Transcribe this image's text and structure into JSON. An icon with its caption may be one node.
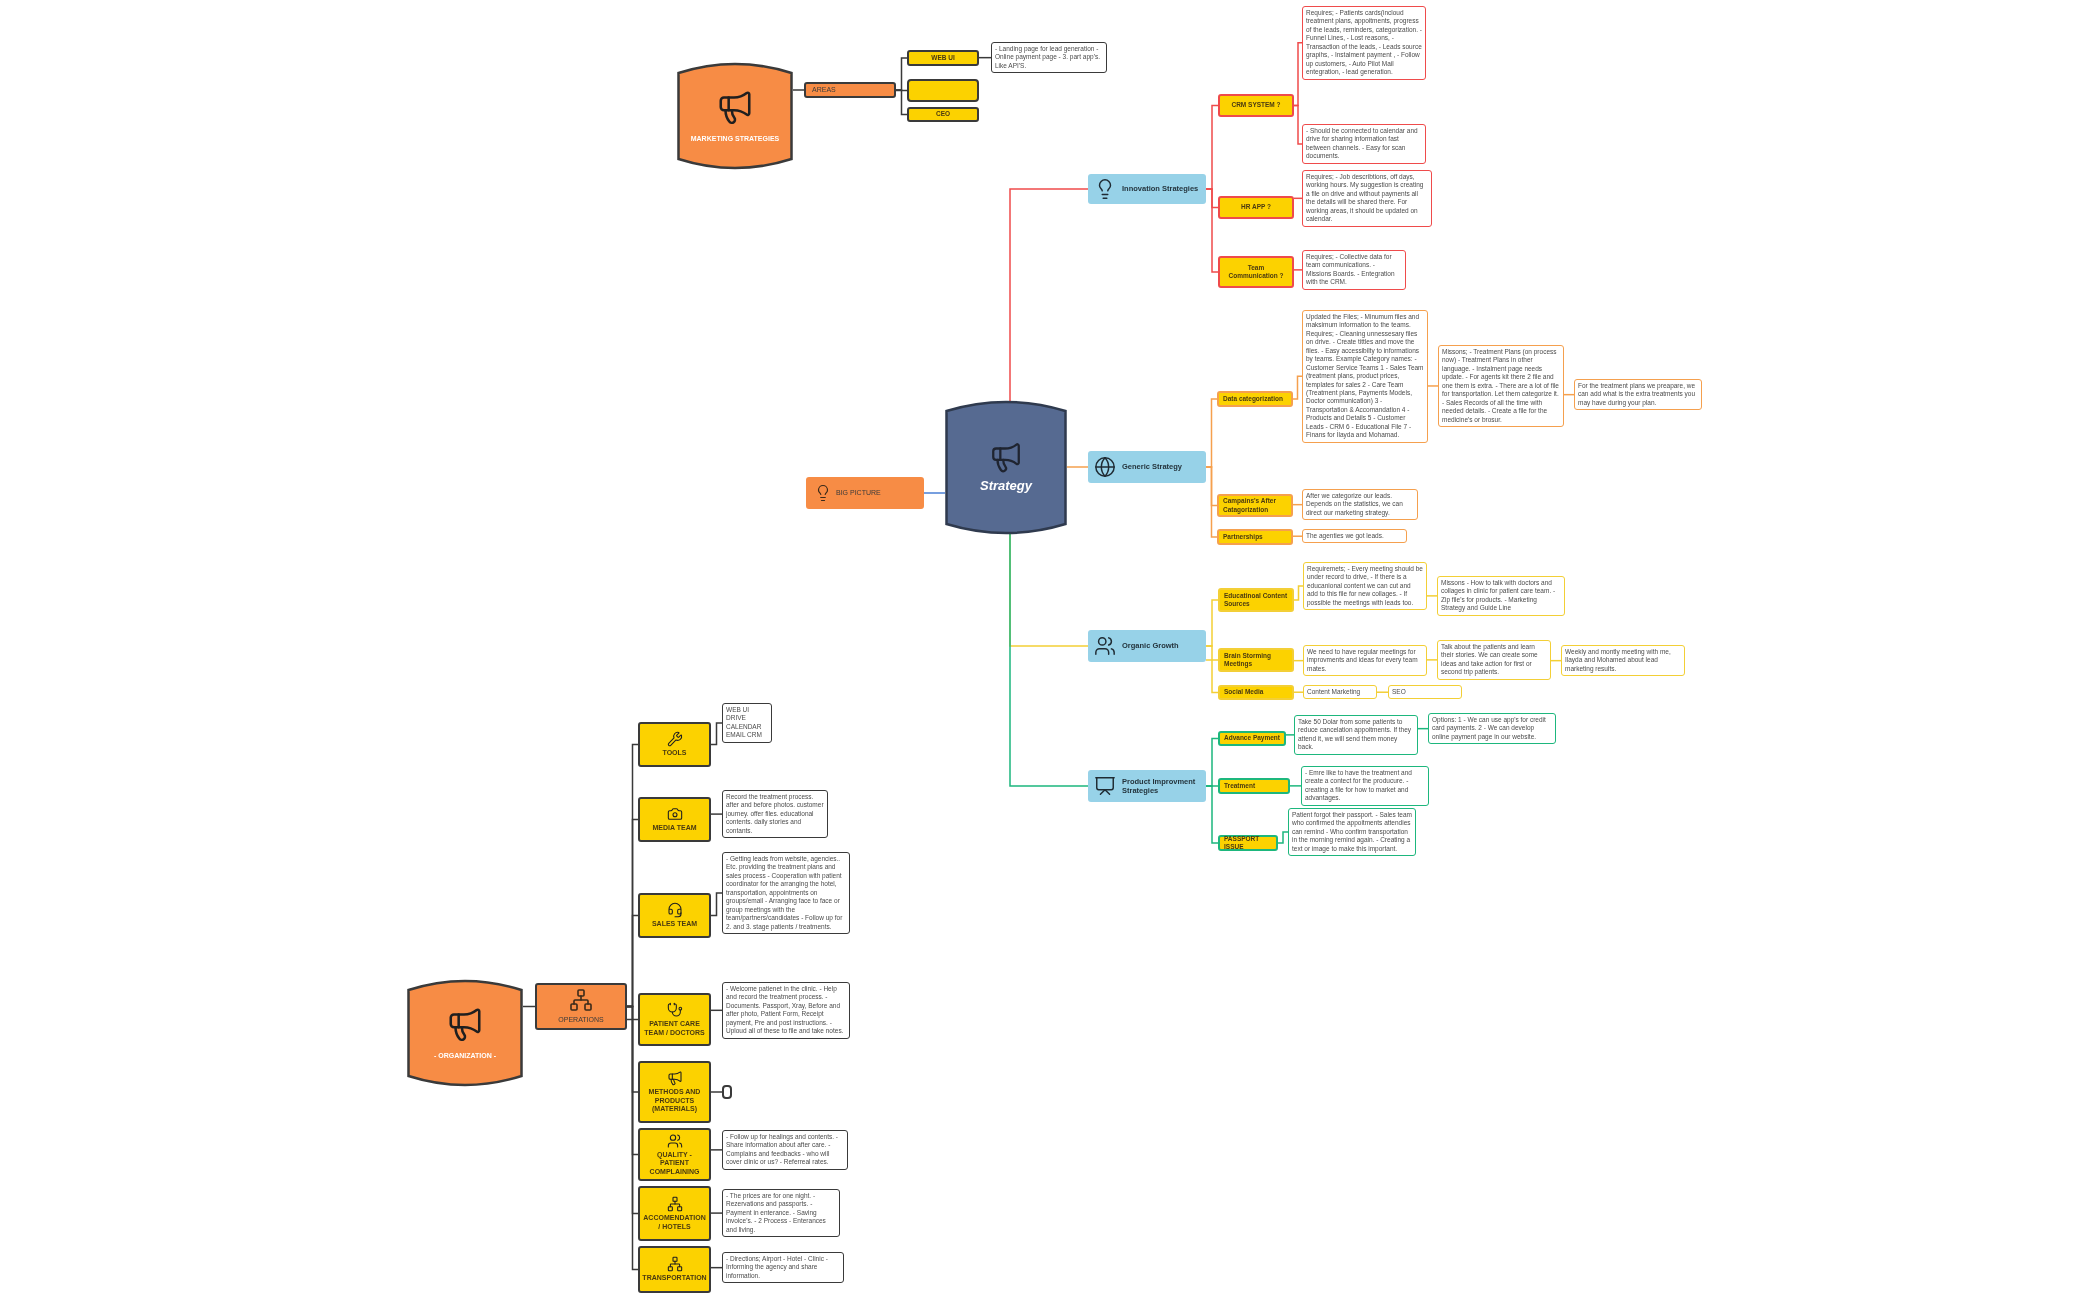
{
  "diagram": {
    "nodes": [
      {
        "text": [
          "Strategy"
        ]
      },
      {
        "text": [
          "BIG PICTURE"
        ]
      },
      {
        "text": [
          "Innovation Strategies"
        ]
      },
      {
        "text": [
          "CRM SYSTEM ?"
        ]
      },
      {
        "text": [
          "Requires; - Patients cards(incloud treatment plans, appoitments, progress of the leads, reminders, categorization. - Funnel Lines, - Lost reasons, - Transaction of the leads, - Leads source grapihs, - Instalment payment , - Follow up customers, - Auto Pilot Mail entegration, - lead generation."
        ]
      },
      {
        "text": [
          "- Should be connected to calendar and drive for sharing information fast between channels. - Easy for scan documents."
        ]
      },
      {
        "text": [
          "HR APP ?"
        ]
      },
      {
        "text": [
          "Requires; - Job describtions, off days, working hours. My suggestion is creating a file on drive and without payments all the details will be shared there. For working areas, it should be updated on calendar."
        ]
      },
      {
        "text": [
          "Team Communication ?"
        ]
      },
      {
        "text": [
          "Requires; - Collective data for team communications. - Missions Boards. - Entegration with the CRM."
        ]
      },
      {
        "text": [
          "Generic Strategy"
        ]
      },
      {
        "text": [
          "Data categorization"
        ]
      },
      {
        "text": [
          "Updated the Files; - Minumum files and maksimum information to the teams. Requires; - Cleaning unnessesary files on drive. - Create tittles and move the files. - Easy accessibilty to informations by teams. Example Category names: - Customer Service Teams 1 - Sales Team (treatment plans, product prices, templates for sales 2 - Care Team (Treatment plans, Payments Models, Doctor communication) 3 - Transportation & Accomandation 4 - Products and Details 5 - Customer Leads - CRM 6 - Educational File 7 - Finans for İlayda and Mohamad."
        ]
      },
      {
        "text": [
          "Missons; - Treatment Plans (on process now) - Treatment Plans in other language. - Instalment page needs update. - For agents kit there 2 file and one them is extra. - There are a lot of file for transportation. Let them categorize it. - Sales Records of all the time with needed details. - Create a file for the medicine's or brosur."
        ]
      },
      {
        "text": [
          "For the treatment plans we preapare, we can add what is the extra treatments you may have during your plan."
        ]
      },
      {
        "text": [
          "Campains's After Catagorization"
        ]
      },
      {
        "text": [
          "After we categorize our leads. Depends on the statistics, we can direct our marketing strategy."
        ]
      },
      {
        "text": [
          "Partnerships"
        ]
      },
      {
        "text": [
          "The agenties we got leads."
        ]
      },
      {
        "text": [
          "Organic Growth"
        ]
      },
      {
        "text": [
          "Educatinoal Content Sources"
        ]
      },
      {
        "text": [
          "Requiremets; - Every meeting should be under record to drive, - If there is a educanional content we can cut and add to this file for new collages. - If possible the meetings with leads too."
        ]
      },
      {
        "text": [
          "Missons - How to talk with doctors and collages in clinic for patient care team. - Zip file's for products. - Marketing Strategy and Guide Line"
        ]
      },
      {
        "text": [
          "Brain Storming Meetings"
        ]
      },
      {
        "text": [
          "We need to have regular meetings for improvments and ideas for every team mates."
        ]
      },
      {
        "text": [
          "Talk about the patients and learn their stories. We can create some ideas and take action for first or second trip patients."
        ]
      },
      {
        "text": [
          "Weekly and montly meeting with me, Ilayda and Mohamed about lead marketing results."
        ]
      },
      {
        "text": [
          "Social Media"
        ]
      },
      {
        "text": [
          "Content Marketing"
        ]
      },
      {
        "text": [
          "SEO"
        ]
      },
      {
        "text": [
          "Product Improvment Strategies"
        ]
      },
      {
        "text": [
          "Advance Payment"
        ]
      },
      {
        "text": [
          "Take 50 Dolar from some patients to reduce cancelation appoitments. If they attend it, we will send them money back."
        ]
      },
      {
        "text": [
          "Options: 1 - We can use app's for credit card payments. 2 - We can develop online payment page in our website."
        ]
      },
      {
        "text": [
          "Treatment"
        ]
      },
      {
        "text": [
          "- Emre like to have the treatment and create a contect for the producure. - creating a file for how to market and advantages."
        ]
      },
      {
        "text": [
          "PASSPORT ISSUE"
        ]
      },
      {
        "text": [
          "Patient forgot their passport. - Sales team who confirmed the appoitments attendies can remind - Who confirm transportation in the morning remind again. - Creating a text or image to make this important."
        ]
      },
      {
        "text": [
          "MARKETING STRATEGIES"
        ]
      },
      {
        "text": [
          "AREAS"
        ]
      },
      {
        "text": [
          "WEB UI"
        ]
      },
      {
        "text": [
          "- Landing page for lead generation - Online payment page - 3. part app's. Like API'S."
        ]
      },
      {
        "text": [],
        "shape": "box"
      },
      {
        "text": [
          "CEO"
        ]
      },
      {
        "text": [
          "- ORGANIZATION -"
        ]
      },
      {
        "text": [
          "OPERATIONS"
        ]
      },
      {
        "text": [
          "TOOLS"
        ]
      },
      {
        "text": [
          "WEB UI DRIVE CALENDAR EMAIL CRM"
        ]
      },
      {
        "text": [
          "MEDIA TEAM"
        ]
      },
      {
        "text": [
          "Record the treatment process. after and before photos. customer journey. offer files. educational contents. daily stories and contants."
        ]
      },
      {
        "text": [
          "SALES TEAM"
        ]
      },
      {
        "text": [
          "- Getting leads from website, agencies.. Etc. providing the treatment plans and sales process - Cooperation with patient coordinator for the arranging the hotel, transportation, appointments on groups/email - Arranging face to face or group meetings with the team/partners/candidates - Follow up for 2. and 3. stage patients / treatments."
        ]
      },
      {
        "text": [
          "PATIENT CARE TEAM / DOCTORS"
        ]
      },
      {
        "text": [
          "- Welcome patienet in the clinic. - Help and record the treatment process. - Documents. Passport, Xray, Before and after photo, Patient Form, Receipt payment, Pre and post instructions. - Uploud all of these to file and take notes."
        ]
      },
      {
        "text": [
          "METHODS AND PRODUCTS (MATERIALS)"
        ]
      },
      {
        "text": [],
        "shape": "box"
      },
      {
        "text": [
          "QUALITY - PATIENT COMPLAINING"
        ]
      },
      {
        "text": [
          "- Follow up for healings and contents. - Share information about after care. - Complains and feedbacks - who will cover clinic or us? - Referreal rates."
        ]
      },
      {
        "text": [
          "ACCOMENDATION / HOTELS"
        ]
      },
      {
        "text": [
          "- The prices are for one night. - Rezervations and passports. - Payment in enterance. - Saving invoice's. - 2 Process - Enterances and living."
        ]
      },
      {
        "text": [
          "TRANSPORTATION"
        ]
      },
      {
        "text": [
          "- Directions; Airport - Hotel - Clinic - Informing the agency and share information."
        ]
      }
    ],
    "edges": [
      {
        "from": 0,
        "to": 1,
        "arrow": "none",
        "color": "#4a7fd4"
      },
      {
        "from": 0,
        "to": 2,
        "arrow": "none",
        "color": "#ef4b4b"
      },
      {
        "from": 2,
        "to": 3,
        "arrow": "none",
        "color": "#ef4b4b"
      },
      {
        "from": 3,
        "to": 4,
        "arrow": "none",
        "color": "#ef4b4b"
      },
      {
        "from": 3,
        "to": 5,
        "arrow": "none",
        "color": "#ef4b4b"
      },
      {
        "from": 2,
        "to": 6,
        "arrow": "none",
        "color": "#ef4b4b"
      },
      {
        "from": 6,
        "to": 7,
        "arrow": "none",
        "color": "#ef4b4b"
      },
      {
        "from": 2,
        "to": 8,
        "arrow": "none",
        "color": "#ef4b4b"
      },
      {
        "from": 8,
        "to": 9,
        "arrow": "none",
        "color": "#ef4b4b"
      },
      {
        "from": 0,
        "to": 10,
        "arrow": "none",
        "color": "#f5a04e"
      },
      {
        "from": 10,
        "to": 11,
        "arrow": "none",
        "color": "#f5a04e"
      },
      {
        "from": 11,
        "to": 12,
        "arrow": "none",
        "color": "#f5a04e"
      },
      {
        "from": 12,
        "to": 13,
        "arrow": "none",
        "color": "#f5a04e"
      },
      {
        "from": 13,
        "to": 14,
        "arrow": "none",
        "color": "#f5a04e"
      },
      {
        "from": 10,
        "to": 15,
        "arrow": "none",
        "color": "#f5a04e"
      },
      {
        "from": 15,
        "to": 16,
        "arrow": "none",
        "color": "#f5a04e"
      },
      {
        "from": 10,
        "to": 17,
        "arrow": "none",
        "color": "#f5a04e"
      },
      {
        "from": 17,
        "to": 18,
        "arrow": "none",
        "color": "#f5a04e"
      },
      {
        "from": 0,
        "to": 19,
        "arrow": "none",
        "color": "#f3cf36"
      },
      {
        "from": 19,
        "to": 20,
        "arrow": "none",
        "color": "#f3cf36"
      },
      {
        "from": 20,
        "to": 21,
        "arrow": "none",
        "color": "#f3cf36"
      },
      {
        "from": 21,
        "to": 22,
        "arrow": "none",
        "color": "#f3cf36"
      },
      {
        "from": 19,
        "to": 23,
        "arrow": "none",
        "color": "#f3cf36"
      },
      {
        "from": 23,
        "to": 24,
        "arrow": "none",
        "color": "#f3cf36"
      },
      {
        "from": 24,
        "to": 25,
        "arrow": "none",
        "color": "#f3cf36"
      },
      {
        "from": 25,
        "to": 26,
        "arrow": "none",
        "color": "#f3cf36"
      },
      {
        "from": 19,
        "to": 27,
        "arrow": "none",
        "color": "#f3cf36"
      },
      {
        "from": 27,
        "to": 28,
        "arrow": "none",
        "color": "#f3cf36"
      },
      {
        "from": 28,
        "to": 29,
        "arrow": "none",
        "color": "#f3cf36"
      },
      {
        "from": 0,
        "to": 30,
        "arrow": "none",
        "color": "#1db77d"
      },
      {
        "from": 30,
        "to": 31,
        "arrow": "none",
        "color": "#1db77d"
      },
      {
        "from": 31,
        "to": 32,
        "arrow": "none",
        "color": "#1db77d"
      },
      {
        "from": 32,
        "to": 33,
        "arrow": "none",
        "color": "#1db77d"
      },
      {
        "from": 30,
        "to": 34,
        "arrow": "none",
        "color": "#1db77d"
      },
      {
        "from": 34,
        "to": 35,
        "arrow": "none",
        "color": "#1db77d"
      },
      {
        "from": 30,
        "to": 36,
        "arrow": "none",
        "color": "#1db77d"
      },
      {
        "from": 36,
        "to": 37,
        "arrow": "none",
        "color": "#1db77d"
      },
      {
        "from": 38,
        "to": 39,
        "arrow": "none"
      },
      {
        "from": 39,
        "to": 40,
        "arrow": "none"
      },
      {
        "from": 40,
        "to": 41,
        "arrow": "none"
      },
      {
        "from": 39,
        "to": 42,
        "arrow": "none"
      },
      {
        "from": 39,
        "to": 43,
        "arrow": "none"
      },
      {
        "from": 44,
        "to": 45,
        "arrow": "none"
      },
      {
        "from": 45,
        "to": 46,
        "arrow": "none"
      },
      {
        "from": 46,
        "to": 47,
        "arrow": "none"
      },
      {
        "from": 45,
        "to": 48,
        "arrow": "none"
      },
      {
        "from": 48,
        "to": 49,
        "arrow": "none"
      },
      {
        "from": 45,
        "to": 50,
        "arrow": "none"
      },
      {
        "from": 50,
        "to": 51,
        "arrow": "none"
      },
      {
        "from": 45,
        "to": 52,
        "arrow": "none"
      },
      {
        "from": 52,
        "to": 53,
        "arrow": "none"
      },
      {
        "from": 45,
        "to": 54,
        "arrow": "none"
      },
      {
        "from": 54,
        "to": 55,
        "arrow": "none"
      },
      {
        "from": 45,
        "to": 56,
        "arrow": "none"
      },
      {
        "from": 56,
        "to": 57,
        "arrow": "none"
      },
      {
        "from": 45,
        "to": 58,
        "arrow": "none"
      },
      {
        "from": 58,
        "to": 59,
        "arrow": "none"
      },
      {
        "from": 45,
        "to": 60,
        "arrow": "none"
      },
      {
        "from": 60,
        "to": 61,
        "arrow": "none"
      }
    ]
  }
}
